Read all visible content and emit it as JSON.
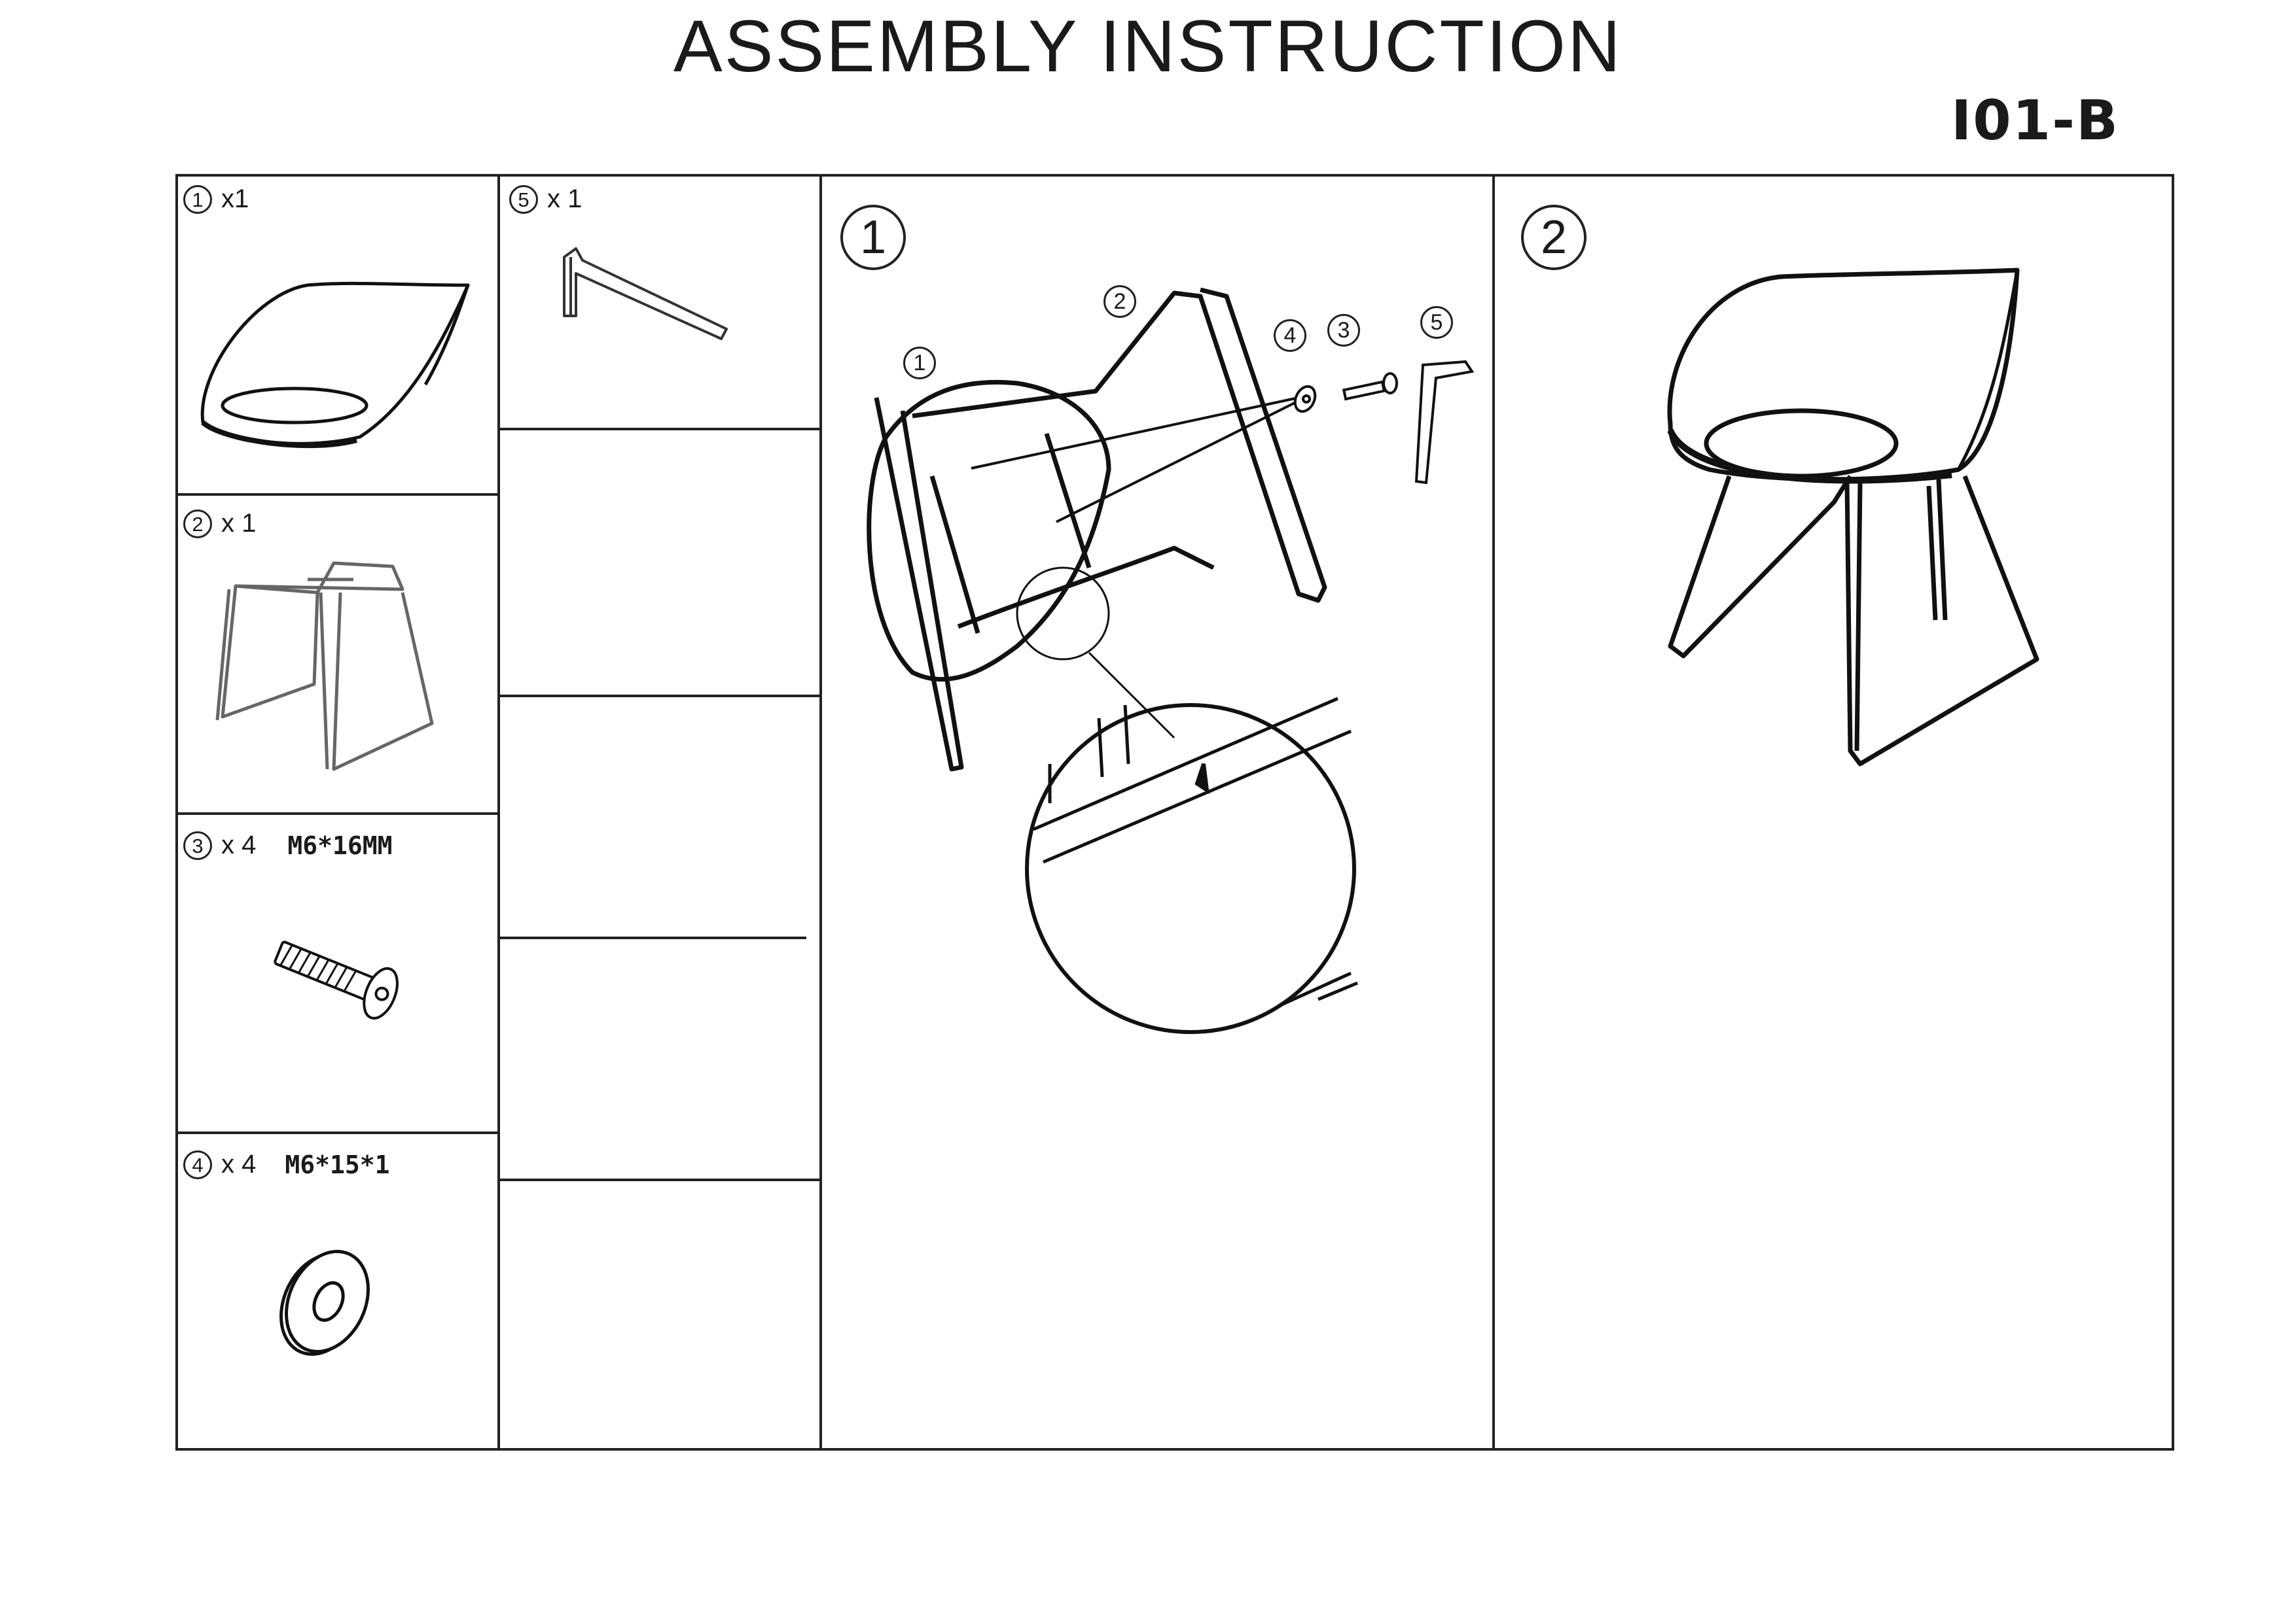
{
  "title": "ASSEMBLY INSTRUCTION",
  "model": "I01-B",
  "parts": [
    {
      "num": "1",
      "qty": "x1",
      "spec": "",
      "icon": "seat-shell-icon"
    },
    {
      "num": "2",
      "qty": "x 1",
      "spec": "",
      "icon": "sled-frame-icon"
    },
    {
      "num": "3",
      "qty": "x 4",
      "spec": "M6*16MM",
      "icon": "bolt-icon"
    },
    {
      "num": "4",
      "qty": "x 4",
      "spec": "M6*15*1",
      "icon": "washer-icon"
    },
    {
      "num": "5",
      "qty": "x 1",
      "spec": "",
      "icon": "allen-key-icon"
    }
  ],
  "steps": [
    {
      "num": "1",
      "callouts": [
        "1",
        "2",
        "4",
        "3",
        "5"
      ]
    },
    {
      "num": "2"
    }
  ]
}
